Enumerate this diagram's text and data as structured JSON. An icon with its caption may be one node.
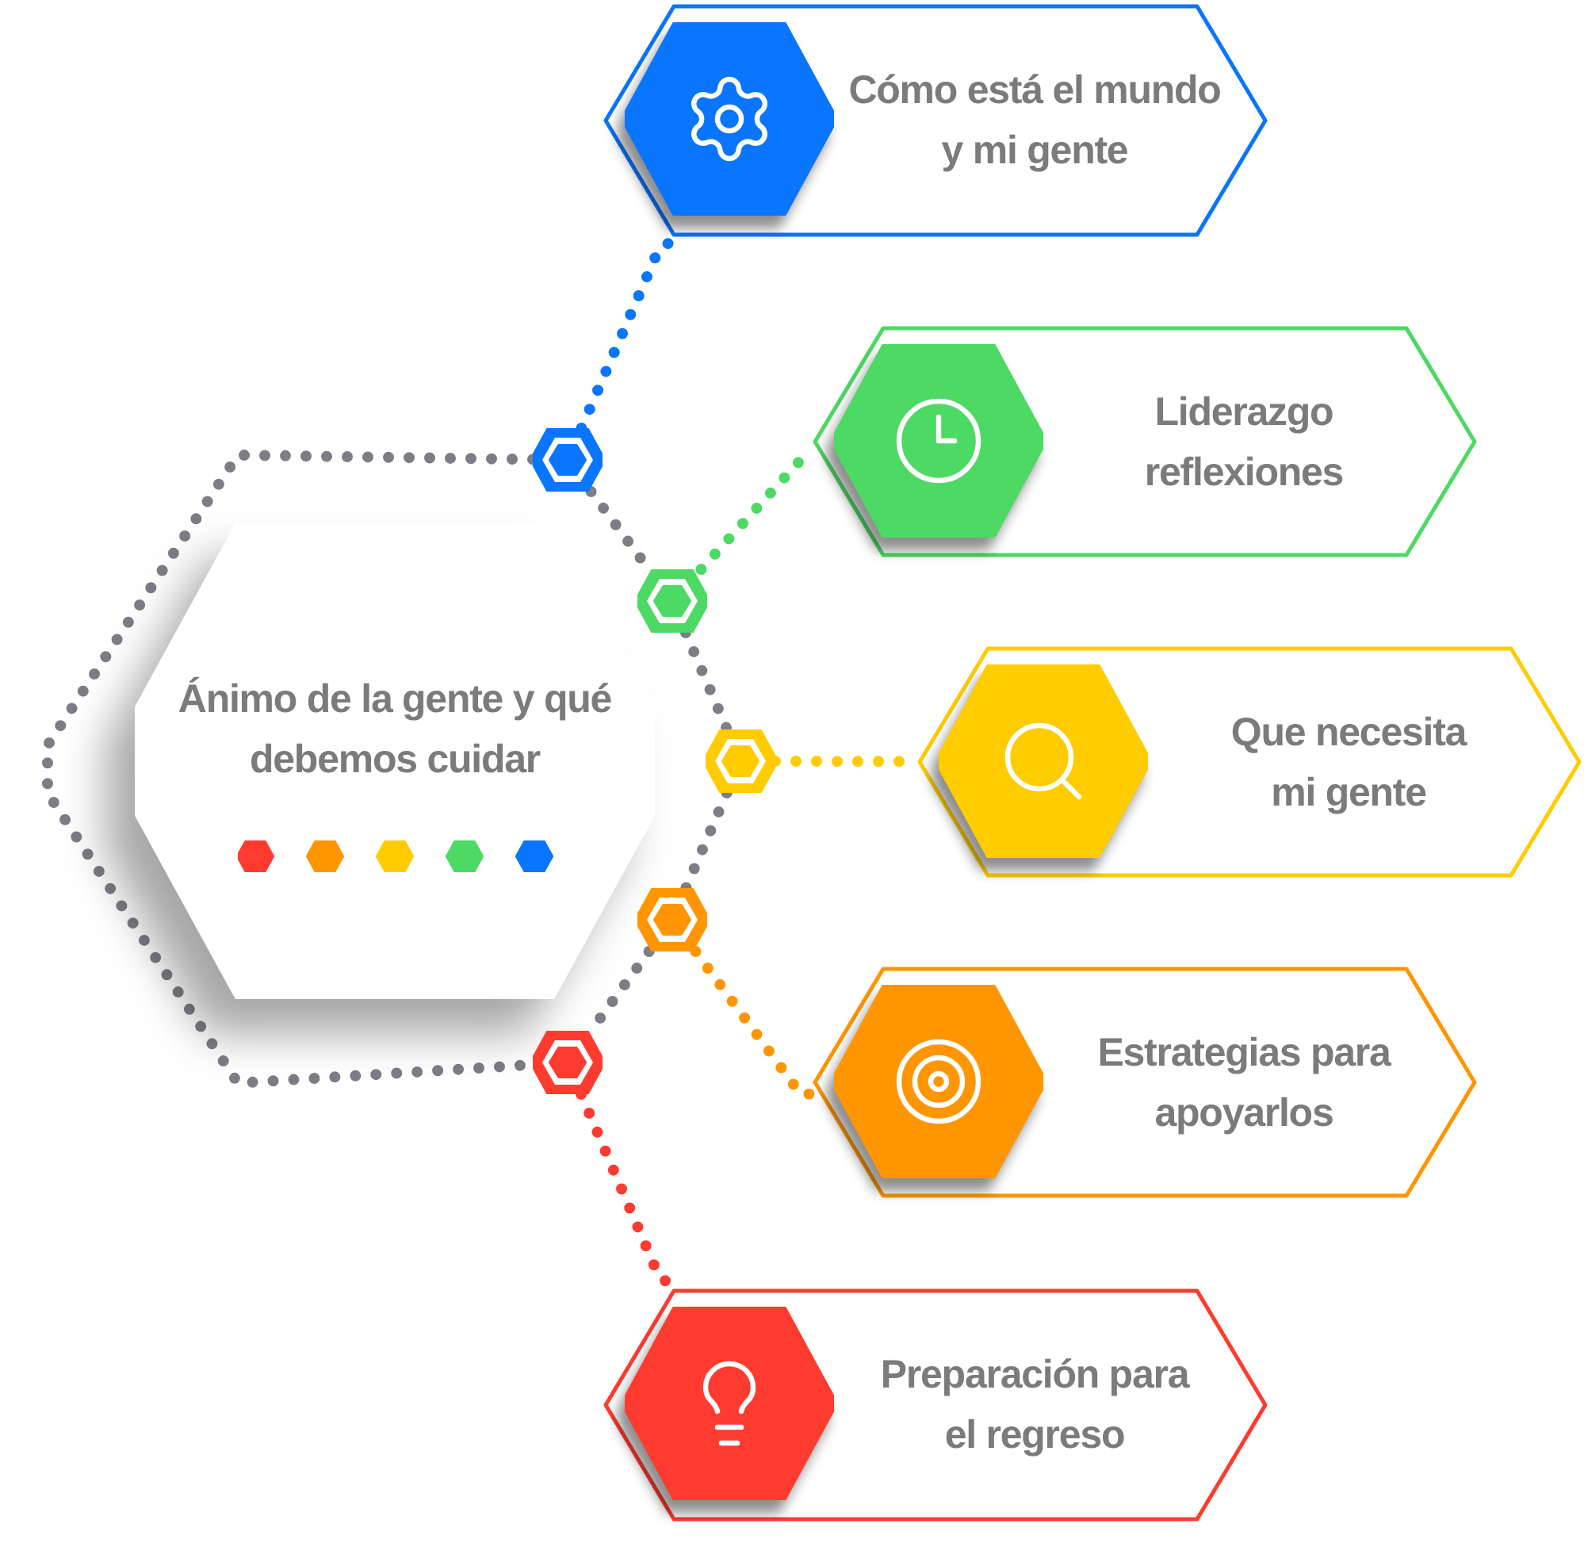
{
  "diagram": {
    "nodes": [
      {
        "text": [
          "Ánimo de la gente y qué debemos cuidar"
        ]
      },
      {
        "text": [],
        "shape": "hexagon"
      },
      {
        "text": [],
        "shape": "hexagon"
      },
      {
        "text": [],
        "shape": "hexagon"
      },
      {
        "text": [],
        "shape": "hexagon"
      },
      {
        "text": [],
        "shape": "hexagon"
      },
      {
        "text": [
          "Cómo está el mundo y mi gente"
        ]
      },
      {
        "text": [
          "Liderazgo reflexiones"
        ]
      },
      {
        "text": [
          "Que necesita mi gente"
        ]
      },
      {
        "text": [
          "Estrategias para apoyarlos"
        ]
      },
      {
        "text": [
          "Preparación para el regreso"
        ]
      }
    ],
    "edges": [
      {
        "from": 1,
        "to": 2,
        "arrow": "none",
        "style": "dashed"
      },
      {
        "from": 2,
        "to": 3,
        "arrow": "none",
        "style": "dashed"
      },
      {
        "from": 3,
        "to": 4,
        "arrow": "none",
        "style": "dashed"
      },
      {
        "from": 4,
        "to": 5,
        "arrow": "none",
        "style": "dashed"
      },
      {
        "from": 1,
        "to": 5,
        "arrow": "none",
        "style": "dashed"
      },
      {
        "from": 1,
        "to": 6,
        "arrow": "none",
        "style": "dashed",
        "color": "#0a75ff"
      },
      {
        "from": 2,
        "to": 7,
        "arrow": "none",
        "style": "dashed",
        "color": "#4cd964"
      },
      {
        "from": 3,
        "to": 8,
        "arrow": "none",
        "style": "dashed",
        "color": "#ffcc00"
      },
      {
        "from": 4,
        "to": 9,
        "arrow": "none",
        "style": "dashed",
        "color": "#ff9500"
      },
      {
        "from": 5,
        "to": 10,
        "arrow": "none",
        "style": "dashed",
        "color": "#ff3b30"
      }
    ]
  }
}
